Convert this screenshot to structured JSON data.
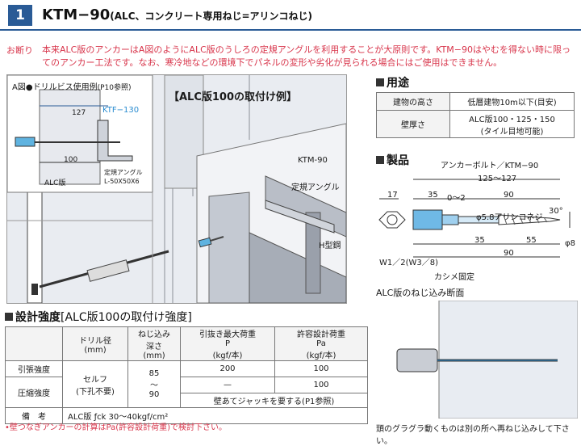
{
  "header": {
    "number": "1",
    "title": "KTM−90",
    "subtitle": "(ALC、コンクリート専用ねじ=アリンコねじ)"
  },
  "notice": {
    "label": "お断り",
    "text": "本来ALC版のアンカーはA図のようにALC版のうしろの定規アングルを利用することが大原則です。KTM−90はやむを得ない時に限ってのアンカー工法です。なお、寒冷地などの環境下でパネルの変形や劣化が見られる場合にはご使用はできません。"
  },
  "illustration": {
    "inset_title": "A図●ドリルビス使用例",
    "inset_ref": "(P10参照)",
    "inset_dim_127": "127",
    "inset_ktf": "KTF−130",
    "inset_dim_100": "100",
    "inset_alc": "ALC版",
    "inset_angle_1": "定規アングル",
    "inset_angle_2": "L-50X50X6",
    "main_title": "【ALC版100の取付け例】",
    "callout_ktm": "KTM-90",
    "callout_angle": "定規アングル",
    "callout_h": "H型鋼"
  },
  "usage": {
    "title": "用途",
    "rows": [
      {
        "label": "建物の高さ",
        "value": "低層建物10m以下(目安)"
      },
      {
        "label": "壁厚さ",
        "value": "ALC版100・125・150",
        "value2": "(タイル目地可能)"
      }
    ]
  },
  "product": {
    "title": "製品",
    "caption": "アンカーボルト／KTM−90",
    "dims": {
      "total": "125〜127",
      "d17": "17",
      "d35": "35",
      "d0_2": "0〜2",
      "d90": "90",
      "thread": "φ5.8アリンコネジ",
      "angle": "30°",
      "d35b": "35",
      "d55": "55",
      "d90b": "90",
      "phi8": "φ8",
      "w": "W1／2(W3／8)",
      "fix": "カシメ固定"
    }
  },
  "section": {
    "title": "ALC版のねじ込み断面",
    "note": "頭のグラグラ動くものは別の所へ再ねじ込みして下さい。"
  },
  "strength": {
    "title": "設計強度",
    "subtitle": "[ALC版100の取付け強度]",
    "headers": {
      "drill": "ドリル径",
      "drill_u": "(mm)",
      "depth": "ねじ込み",
      "depth2": "深さ",
      "depth_u": "(mm)",
      "pull": "引抜き最大荷重",
      "pull2": "P",
      "pull_u": "(kgf/本)",
      "allow": "許容設計荷重",
      "allow2": "Pa",
      "allow_u": "(kgf/本)"
    },
    "row_pull": "引張強度",
    "row_comp": "圧縮強度",
    "drill_val": "セルフ",
    "drill_val2": "(下孔不要)",
    "depth_val": "85",
    "depth_tilde": "〜",
    "depth_val2": "90",
    "pull_val": "200",
    "allow_val": "100",
    "comp_pull": "—",
    "comp_allow": "100",
    "comp_note": "壁あてジャッキを要する(P1参照)",
    "remark_label": "備　考",
    "remark": "ALC版 ƒck 30〜40kgf/cm²",
    "footnote": "•壁つなぎアンカーの計算はPa(許容設計荷重)で検討下さい。"
  }
}
